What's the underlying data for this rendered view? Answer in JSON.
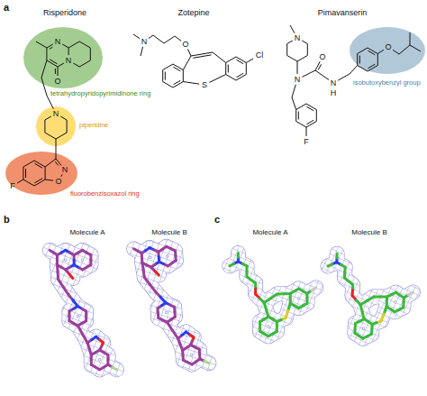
{
  "diagram": {
    "labels": [
      "a",
      "Risperidone",
      "Zotepine",
      "Pimavanserin",
      "N",
      "N",
      "O",
      "tetrahydropyridopyrimidinone ring",
      "N",
      "piperidine",
      "N",
      "O",
      "F",
      "fluorobenzisoxazol ring",
      "N",
      "O",
      "Cl",
      "S",
      "N",
      "N",
      "O",
      "N",
      "H",
      "O",
      "isobutoxybenzyl group",
      "F",
      "b",
      "Molecule A",
      "Molecule B",
      "c",
      "Molecule A",
      "Molecule B"
    ]
  }
}
